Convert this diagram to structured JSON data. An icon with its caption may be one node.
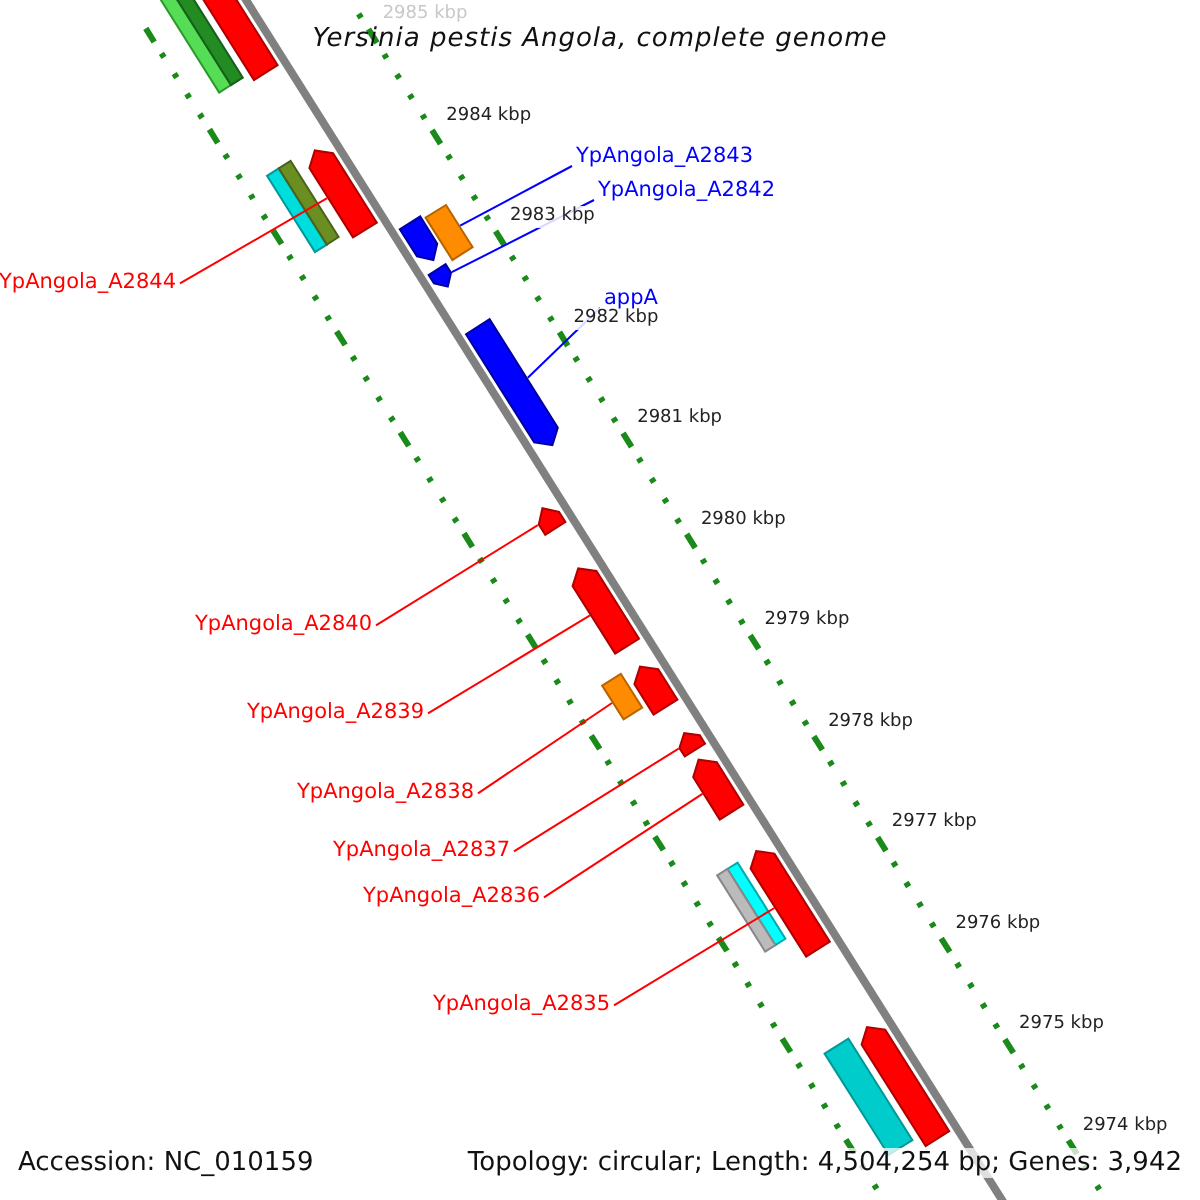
{
  "diagram": {
    "title": "Yersinia pestis Angola, complete genome",
    "nodes": [
      {
        "text": [
          "YpAngola_A2843"
        ]
      },
      {
        "text": [
          "YpAngola_A2842"
        ]
      },
      {
        "text": [
          "YpAngola_A2844"
        ]
      },
      {
        "text": [
          "appA"
        ]
      },
      {
        "text": [
          "YpAngola_A2840"
        ]
      },
      {
        "text": [
          "YpAngola_A2839"
        ]
      },
      {
        "text": [
          "YpAngola_A2838"
        ]
      },
      {
        "text": [
          "YpAngola_A2837"
        ]
      },
      {
        "text": [
          "YpAngola_A2836"
        ]
      },
      {
        "text": [
          "YpAngola_A2835"
        ]
      },
      {
        "text": [],
        "shape": "bar"
      },
      {
        "text": [],
        "shape": "bar"
      },
      {
        "text": [],
        "shape": "bar"
      },
      {
        "text": [],
        "shape": "bar"
      },
      {
        "text": [],
        "shape": "bar"
      },
      {
        "text": [],
        "shape": "bar"
      },
      {
        "text": [],
        "shape": "bar"
      },
      {
        "text": [],
        "shape": "bar"
      },
      {
        "text": [],
        "shape": "bar"
      },
      {
        "text": [],
        "shape": "bar"
      },
      {
        "text": [],
        "shape": "bar"
      }
    ],
    "edges": [
      {
        "from": 0,
        "to": 10,
        "arrow": "none",
        "color": "#0000ff"
      },
      {
        "from": 1,
        "to": 11,
        "arrow": "none",
        "color": "#0000ff"
      },
      {
        "from": 2,
        "to": 12,
        "arrow": "none"
      },
      {
        "from": 3,
        "to": 13,
        "arrow": "none",
        "color": "#0000ff"
      },
      {
        "from": 4,
        "to": 14,
        "arrow": "none"
      },
      {
        "from": 5,
        "to": 15,
        "arrow": "none"
      },
      {
        "from": 6,
        "to": 16,
        "arrow": "none"
      },
      {
        "from": 7,
        "to": 17,
        "arrow": "none"
      },
      {
        "from": 8,
        "to": 18,
        "arrow": "none"
      },
      {
        "from": 9,
        "to": 19,
        "arrow": "none"
      }
    ],
    "labels": [
      "2985 kbp",
      "2984 kbp",
      "2983 kbp",
      "2982 kbp",
      "2981 kbp",
      "2980 kbp",
      "2979 kbp",
      "2978 kbp",
      "2977 kbp",
      "2976 kbp",
      "2975 kbp",
      "2974 kbp",
      "Accession: NC_010159",
      "Topology: circular; Length: 4,504,254 bp; Genes: 3,942"
    ]
  }
}
